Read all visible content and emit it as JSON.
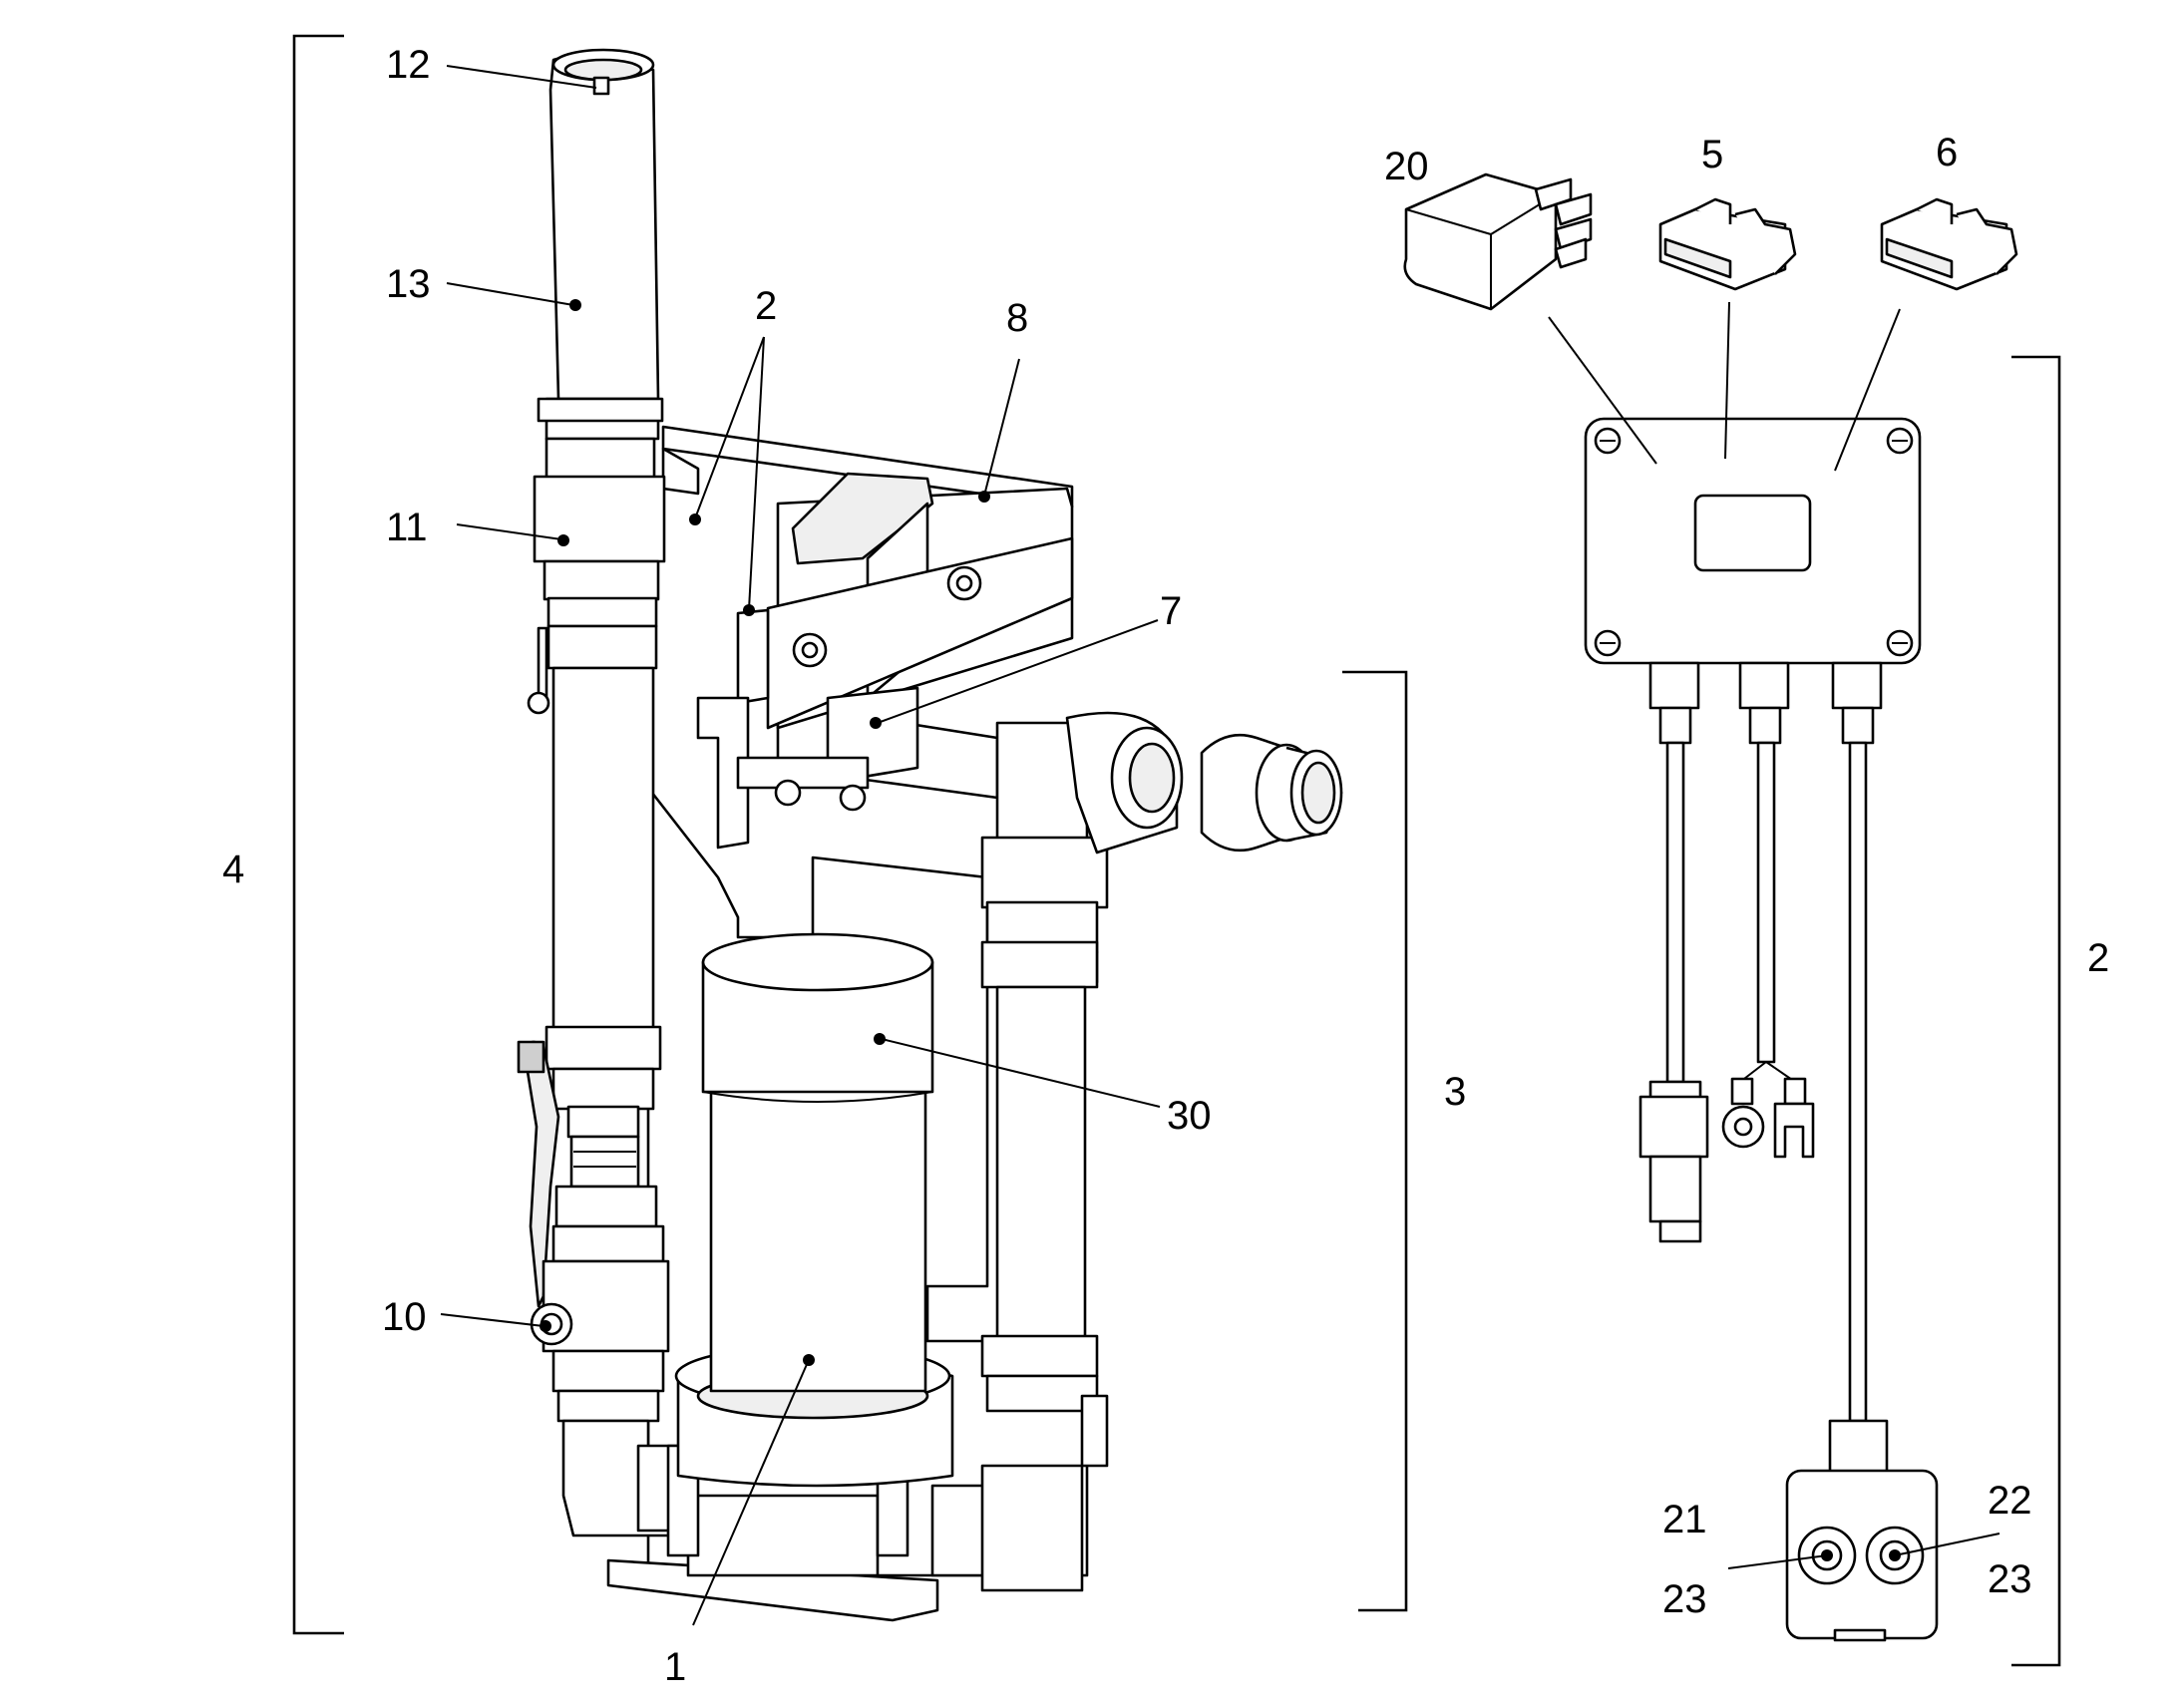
{
  "diagram": {
    "callouts": {
      "c1": "1",
      "c2_top": "2",
      "c2_side": "2",
      "c3": "3",
      "c4": "4",
      "c5": "5",
      "c6": "6",
      "c7": "7",
      "c8": "8",
      "c10": "10",
      "c11": "11",
      "c12": "12",
      "c13": "13",
      "c20": "20",
      "c21": "21",
      "c22": "22",
      "c23_left": "23",
      "c23_right": "23",
      "c30": "30"
    }
  }
}
